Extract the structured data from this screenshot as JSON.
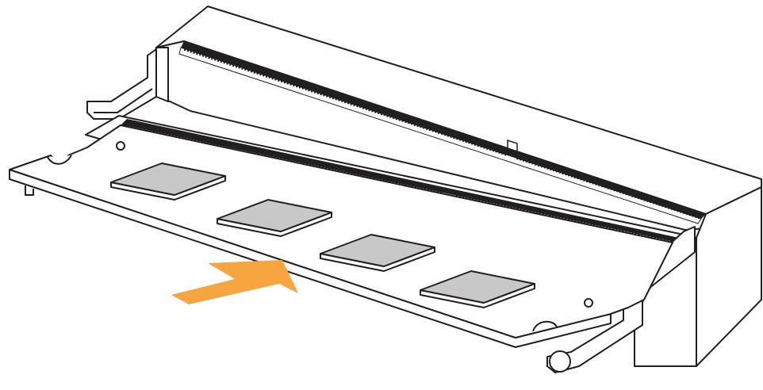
{
  "diagram": {
    "colors": {
      "line": "#231f20",
      "background": "#ffffff",
      "chip_fill": "#c8c8c8",
      "arrow": "#f7a541"
    },
    "components": {
      "upper_slot": "so-dimm-slot-upper",
      "lower_slot": "so-dimm-slot-lower",
      "module": "memory-module",
      "chips": [
        "memory-chip",
        "memory-chip",
        "memory-chip",
        "memory-chip"
      ],
      "arrow": "insert-direction-arrow"
    }
  }
}
